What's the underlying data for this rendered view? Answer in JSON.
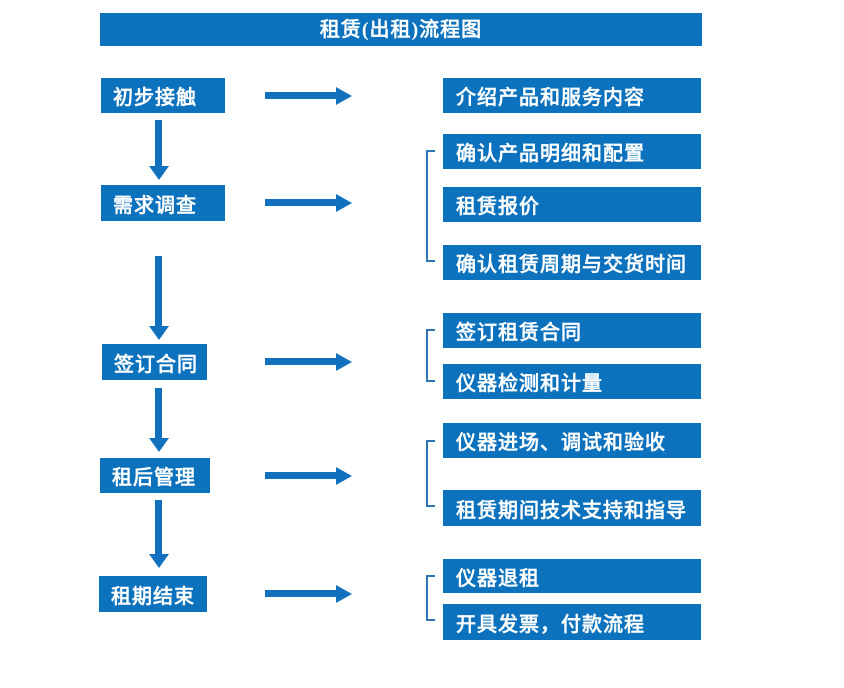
{
  "title": "租赁(出租)流程图",
  "colors": {
    "box_fill": "#0d72bd",
    "arrow": "#1171be",
    "bracket": "#2e75b6",
    "text": "#ffffff",
    "background": "#ffffff"
  },
  "steps": [
    {
      "label": "初步接触",
      "details": [
        "介绍产品和服务内容"
      ]
    },
    {
      "label": "需求调查",
      "details": [
        "确认产品明细和配置",
        "租赁报价",
        "确认租赁周期与交货时间"
      ]
    },
    {
      "label": "签订合同",
      "details": [
        "签订租赁合同",
        "仪器检测和计量"
      ]
    },
    {
      "label": "租后管理",
      "details": [
        "仪器进场、调试和验收",
        "租赁期间技术支持和指导"
      ]
    },
    {
      "label": "租期结束",
      "details": [
        "仪器退租",
        "开具发票，付款流程"
      ]
    }
  ]
}
